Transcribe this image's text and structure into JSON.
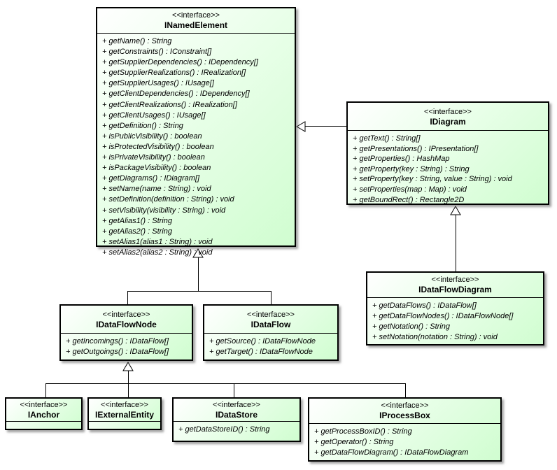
{
  "classes": {
    "inamedelement": {
      "stereotype": "<<interface>>",
      "name": "INamedElement",
      "methods": [
        "+ getName() : String",
        "+ getConstraints() : IConstraint[]",
        "+ getSupplierDependencies() : IDependency[]",
        "+ getSupplierRealizations() : IRealization[]",
        "+ getSupplierUsages() : IUsage[]",
        "+ getClientDependencies() : IDependency[]",
        "+ getClientRealizations() : IRealization[]",
        "+ getClientUsages() : IUsage[]",
        "+ getDefinition() : String",
        "+ isPublicVisibility() : boolean",
        "+ isProtectedVisibility() : boolean",
        "+ isPrivateVisibility() : boolean",
        "+ isPackageVisibility() : boolean",
        "+ getDiagrams() : IDiagram[]",
        "+ setName(name : String) : void",
        "+ setDefinition(definition : String) : void",
        "+ setVisibility(visibility : String) : void",
        "+ getAlias1() : String",
        "+ getAlias2() : String",
        "+ setAlias1(alias1 : String) : void",
        "+ setAlias2(alias2 : String) : void"
      ]
    },
    "idiagram": {
      "stereotype": "<<interface>>",
      "name": "IDiagram",
      "methods": [
        "+ getText() : String[]",
        "+ getPresentations() : IPresentation[]",
        "+ getProperties() : HashMap",
        "+ getProperty(key : String) : String",
        "+ setProperty(key : String, value : String) : void",
        "+ setProperties(map : Map) : void",
        "+ getBoundRect() : Rectangle2D"
      ]
    },
    "idataflowdiagram": {
      "stereotype": "<<interface>>",
      "name": "IDataFlowDiagram",
      "methods": [
        "+ getDataFlows() : IDataFlow[]",
        "+ getDataFlowNodes() : IDataFlowNode[]",
        "+ getNotation() : String",
        "+ setNotation(notation : String) : void"
      ]
    },
    "idataflownode": {
      "stereotype": "<<interface>>",
      "name": "IDataFlowNode",
      "methods": [
        "+ getIncomings() : IDataFlow[]",
        "+ getOutgoings() : IDataFlow[]"
      ]
    },
    "idataflow": {
      "stereotype": "<<interface>>",
      "name": "IDataFlow",
      "methods": [
        "+ getSource() : IDataFlowNode",
        "+ getTarget() : IDataFlowNode"
      ]
    },
    "ianchor": {
      "stereotype": "<<interface>>",
      "name": "IAnchor",
      "methods": []
    },
    "iexternalentity": {
      "stereotype": "<<interface>>",
      "name": "IExternalEntity",
      "methods": []
    },
    "idatastore": {
      "stereotype": "<<interface>>",
      "name": "IDataStore",
      "methods": [
        "+ getDataStoreID() : String"
      ]
    },
    "iprocessbox": {
      "stereotype": "<<interface>>",
      "name": "IProcessBox",
      "methods": [
        "+ getProcessBoxID() : String",
        "+ getOperator() : String",
        "+ getDataFlowDiagram() : IDataFlowDiagram"
      ]
    }
  },
  "relationships": [
    {
      "type": "generalization",
      "from": "IDiagram",
      "to": "INamedElement"
    },
    {
      "type": "generalization",
      "from": "IDataFlowNode",
      "to": "INamedElement"
    },
    {
      "type": "generalization",
      "from": "IDataFlow",
      "to": "INamedElement"
    },
    {
      "type": "generalization",
      "from": "IDataFlowDiagram",
      "to": "IDiagram"
    },
    {
      "type": "generalization",
      "from": "IAnchor",
      "to": "IDataFlowNode"
    },
    {
      "type": "generalization",
      "from": "IExternalEntity",
      "to": "IDataFlowNode"
    },
    {
      "type": "generalization",
      "from": "IDataStore",
      "to": "IDataFlowNode"
    },
    {
      "type": "generalization",
      "from": "IProcessBox",
      "to": "IDataFlowNode"
    }
  ],
  "colors": {
    "box_gradient_start": "#ffffff",
    "box_gradient_end": "#d0fdd0",
    "border": "#000000",
    "background": "#ffffff"
  }
}
